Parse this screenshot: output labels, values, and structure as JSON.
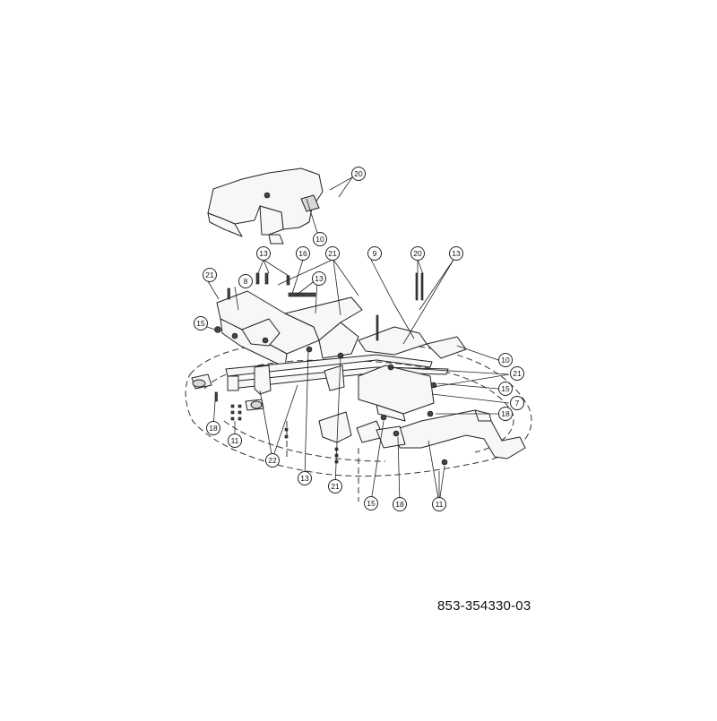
{
  "document_number": "853-354330-03",
  "callouts": [
    "20",
    "10",
    "13",
    "16",
    "21",
    "9",
    "20",
    "13",
    "21",
    "8",
    "13",
    "15",
    "10",
    "21",
    "15",
    "7",
    "18",
    "18",
    "11",
    "22",
    "13",
    "21",
    "15",
    "18",
    "11"
  ]
}
